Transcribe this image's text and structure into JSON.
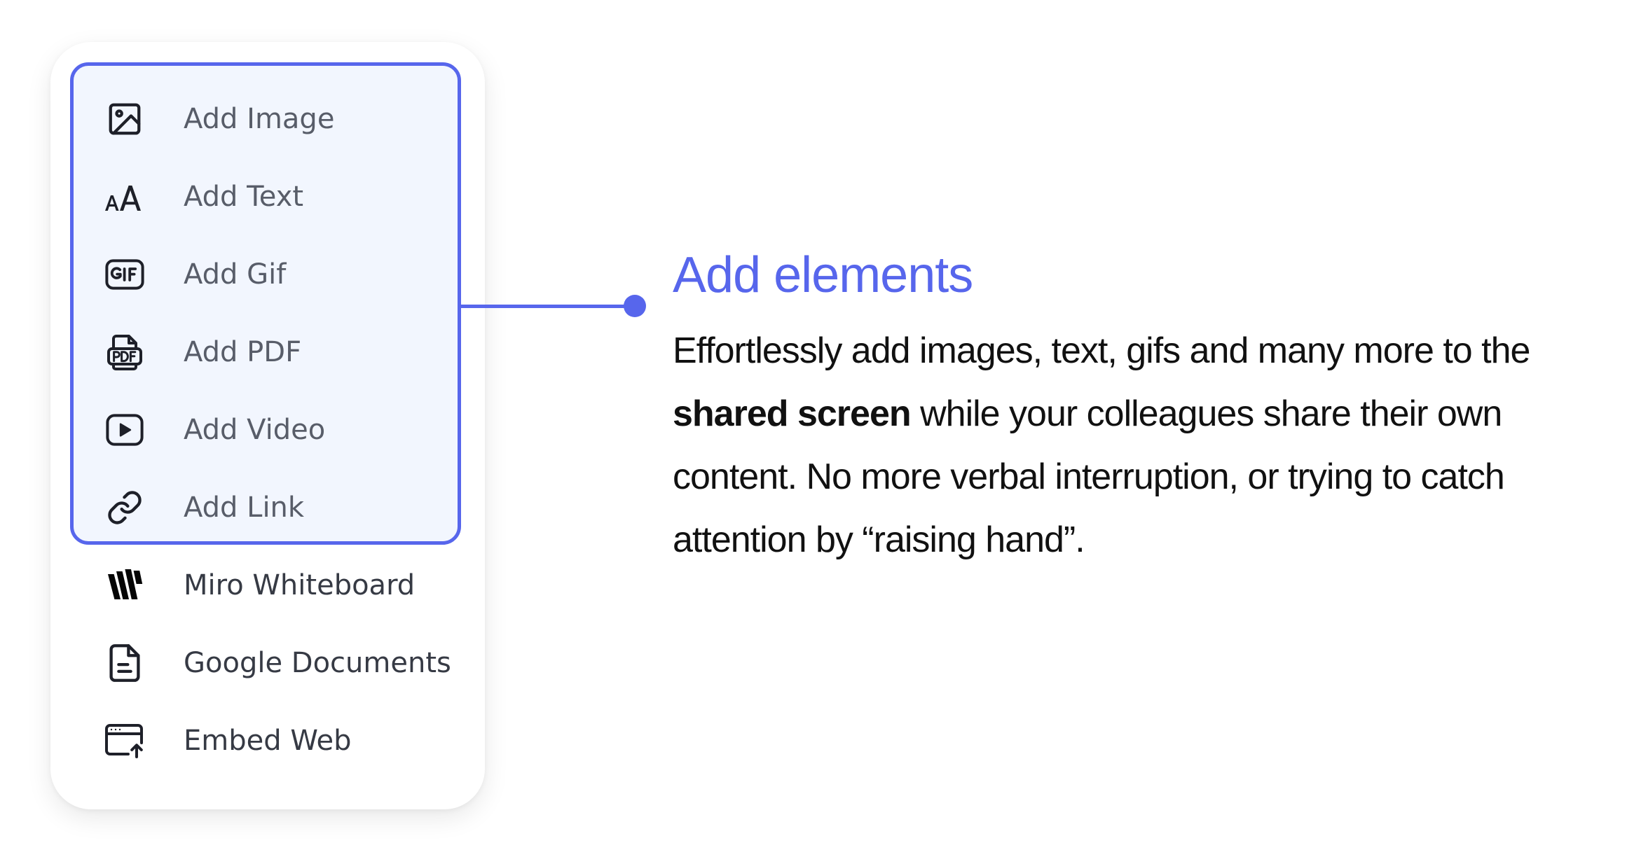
{
  "menu": {
    "items": [
      {
        "label": "Add Image",
        "icon": "image-icon"
      },
      {
        "label": "Add Text",
        "icon": "text-size-icon"
      },
      {
        "label": "Add Gif",
        "icon": "gif-icon"
      },
      {
        "label": "Add PDF",
        "icon": "pdf-icon"
      },
      {
        "label": "Add Video",
        "icon": "video-icon"
      },
      {
        "label": "Add Link",
        "icon": "link-icon"
      },
      {
        "label": "Miro Whiteboard",
        "icon": "miro-icon"
      },
      {
        "label": "Google Documents",
        "icon": "document-icon"
      },
      {
        "label": "Embed Web",
        "icon": "embed-web-icon"
      }
    ]
  },
  "feature": {
    "title": "Add elements",
    "description_part1": "Effortlessly add images, text, gifs and many more to the ",
    "description_bold": "shared screen",
    "description_part2": " while your colleagues share their own content. No more verbal interruption, or trying to catch attention by “raising hand”."
  },
  "colors": {
    "accent": "#5766ec",
    "highlight_bg": "#f2f6fe",
    "label_text": "#585d69",
    "body_text": "#111111"
  }
}
